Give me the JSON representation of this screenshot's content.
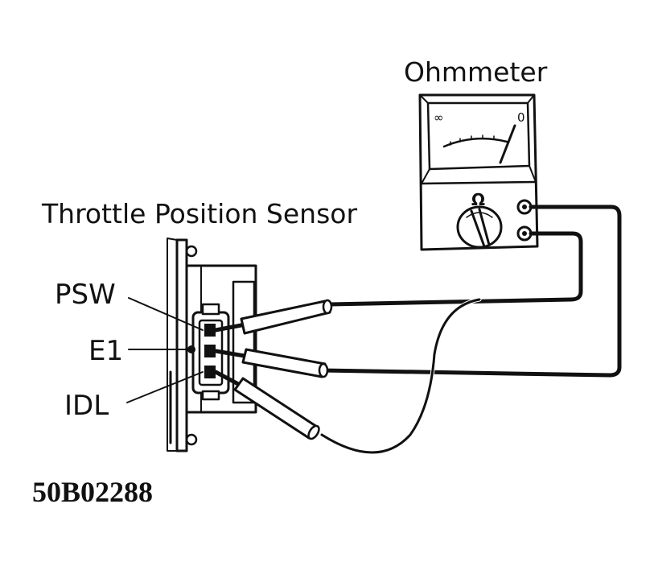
{
  "labels": {
    "ohmmeter": "Ohmmeter",
    "sensor": "Throttle Position Sensor",
    "psw": "PSW",
    "e1": "E1",
    "idl": "IDL",
    "figure_code": "50B02288"
  },
  "meter": {
    "scale_left": "∞",
    "scale_right": "0",
    "ohm_symbol": "Ω"
  },
  "colors": {
    "ink": "#111111",
    "paper": "#ffffff"
  }
}
